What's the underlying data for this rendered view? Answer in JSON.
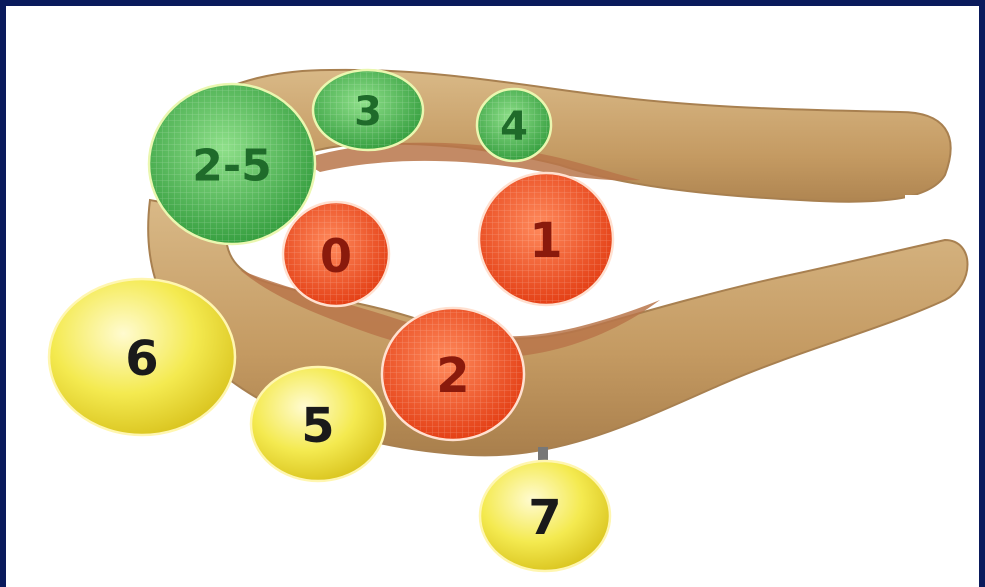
{
  "diagram": {
    "colors": {
      "frame": "#0a1a5c",
      "background": "#ffffff",
      "structure": "#c8a46d",
      "structure_inner": "#b8764a",
      "green": "#45b84a",
      "red": "#ee4e1e",
      "yellow": "#efe23c"
    },
    "circles": [
      {
        "id": "circle-2-5",
        "label": "2-5",
        "color": "green"
      },
      {
        "id": "circle-3",
        "label": "3",
        "color": "green"
      },
      {
        "id": "circle-4",
        "label": "4",
        "color": "green"
      },
      {
        "id": "circle-0",
        "label": "0",
        "color": "red"
      },
      {
        "id": "circle-1",
        "label": "1",
        "color": "red"
      },
      {
        "id": "circle-2",
        "label": "2",
        "color": "red"
      },
      {
        "id": "circle-6",
        "label": "6",
        "color": "yellow"
      },
      {
        "id": "circle-5",
        "label": "5",
        "color": "yellow"
      },
      {
        "id": "circle-7",
        "label": "7",
        "color": "yellow"
      }
    ]
  }
}
